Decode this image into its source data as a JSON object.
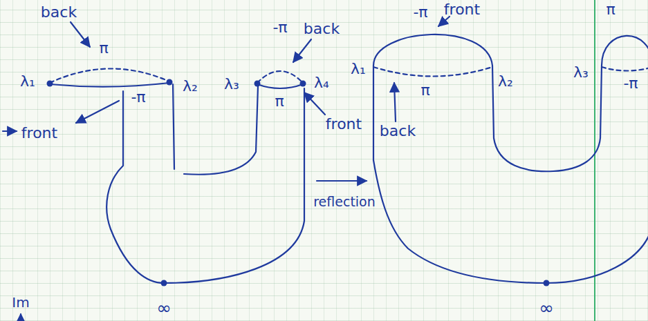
{
  "diagram": {
    "labels": [
      "back",
      "π",
      "λ₁",
      "-π",
      "λ₂",
      "λ₃",
      "-π",
      "back",
      "λ₄",
      "π",
      "front",
      "front",
      "∞",
      "Im",
      "reflection",
      "-π",
      "front",
      "π",
      "λ₁",
      "π",
      "λ₂",
      "λ₃",
      "-π",
      "back",
      "∞"
    ]
  }
}
